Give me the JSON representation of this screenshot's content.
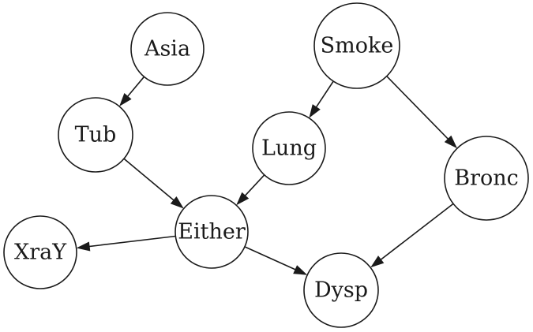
{
  "nodes": [
    {
      "id": "asia",
      "label": "Asia"
    },
    {
      "id": "smoke",
      "label": "Smoke"
    },
    {
      "id": "tub",
      "label": "Tub"
    },
    {
      "id": "lung",
      "label": "Lung"
    },
    {
      "id": "bronc",
      "label": "Bronc"
    },
    {
      "id": "either",
      "label": "Either"
    },
    {
      "id": "xray",
      "label": "XraY"
    },
    {
      "id": "dysp",
      "label": "Dysp"
    }
  ],
  "edges": [
    {
      "from": "asia",
      "to": "tub"
    },
    {
      "from": "smoke",
      "to": "lung"
    },
    {
      "from": "smoke",
      "to": "bronc"
    },
    {
      "from": "tub",
      "to": "either"
    },
    {
      "from": "lung",
      "to": "either"
    },
    {
      "from": "either",
      "to": "xray"
    },
    {
      "from": "either",
      "to": "dysp"
    },
    {
      "from": "bronc",
      "to": "dysp"
    }
  ],
  "colors": {
    "stroke": "#1a1a1a",
    "fill": "#ffffff"
  }
}
